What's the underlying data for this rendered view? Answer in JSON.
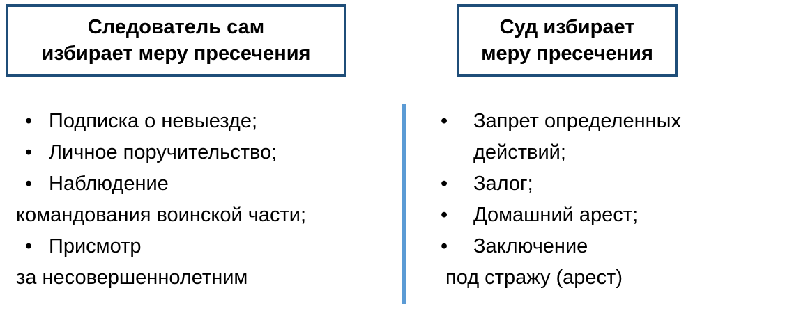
{
  "colors": {
    "box_border": "#1F4E79",
    "divider": "#5B9BD5",
    "text": "#000000",
    "background": "#FFFFFF"
  },
  "glyphs": {
    "bullet": "•"
  },
  "left_panel": {
    "header_lines": [
      "Следователь сам",
      "избирает меру пресечения"
    ],
    "items": [
      {
        "bullet": true,
        "indent": "",
        "text": "Подписка о невыезде;"
      },
      {
        "bullet": true,
        "indent": "",
        "text": "Личное поручительство;"
      },
      {
        "bullet": true,
        "indent": "",
        "text": "Наблюдение"
      },
      {
        "bullet": false,
        "indent": "flush",
        "text": "командования воинской части;"
      },
      {
        "bullet": true,
        "indent": "",
        "text": "Присмотр"
      },
      {
        "bullet": false,
        "indent": "flush",
        "text": "за несовершеннолетним"
      }
    ]
  },
  "right_panel": {
    "header_lines": [
      "Суд избирает",
      "меру пресечения"
    ],
    "items": [
      {
        "bullet": true,
        "indent": "",
        "text": "Запрет определенных"
      },
      {
        "bullet": false,
        "indent": "text",
        "text": "действий;"
      },
      {
        "bullet": true,
        "indent": "",
        "text": "Залог;"
      },
      {
        "bullet": true,
        "indent": "",
        "text": "Домашний арест;"
      },
      {
        "bullet": true,
        "indent": "",
        "text": "Заключение"
      },
      {
        "bullet": false,
        "indent": "small",
        "text": "под стражу (арест)"
      }
    ]
  }
}
